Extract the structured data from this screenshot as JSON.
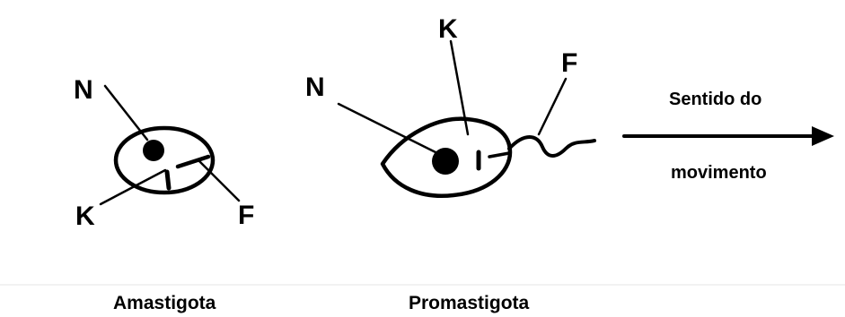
{
  "amastigota": {
    "label_n": "N",
    "label_k": "K",
    "label_f": "F",
    "caption": "Amastigota"
  },
  "promastigota": {
    "label_n": "N",
    "label_k": "K",
    "label_f": "F",
    "caption": "Promastigota"
  },
  "arrow": {
    "text_line1": "Sentido do",
    "text_line2": "movimento"
  },
  "colors": {
    "ink": "#000000",
    "background": "#ffffff",
    "divider": "#e6e6e6"
  }
}
